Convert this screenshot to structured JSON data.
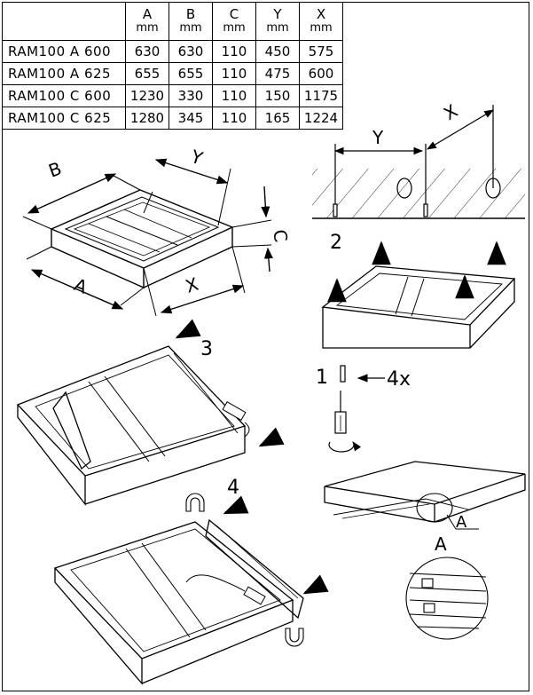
{
  "table": {
    "headers": [
      {
        "name": "A",
        "unit": "mm"
      },
      {
        "name": "B",
        "unit": "mm"
      },
      {
        "name": "C",
        "unit": "mm"
      },
      {
        "name": "Y",
        "unit": "mm"
      },
      {
        "name": "X",
        "unit": "mm"
      }
    ],
    "rows": [
      {
        "model": "RAM100  A  600",
        "values": [
          "630",
          "630",
          "110",
          "450",
          "575"
        ]
      },
      {
        "model": "RAM100  A  625",
        "values": [
          "655",
          "655",
          "110",
          "475",
          "600"
        ]
      },
      {
        "model": "RAM100  C  600",
        "values": [
          "1230",
          "330",
          "110",
          "150",
          "1175"
        ]
      },
      {
        "model": "RAM100  C  625",
        "values": [
          "1280",
          "345",
          "110",
          "165",
          "1224"
        ]
      }
    ]
  },
  "diagram": {
    "dim_labels": {
      "a": "A",
      "b": "B",
      "c": "C",
      "x": "X",
      "y": "Y"
    },
    "steps": {
      "s1": "1",
      "s2": "2",
      "s3": "3",
      "s4": "4"
    },
    "quantity": "4x",
    "detail_label": "A",
    "detail_tag": "A"
  }
}
